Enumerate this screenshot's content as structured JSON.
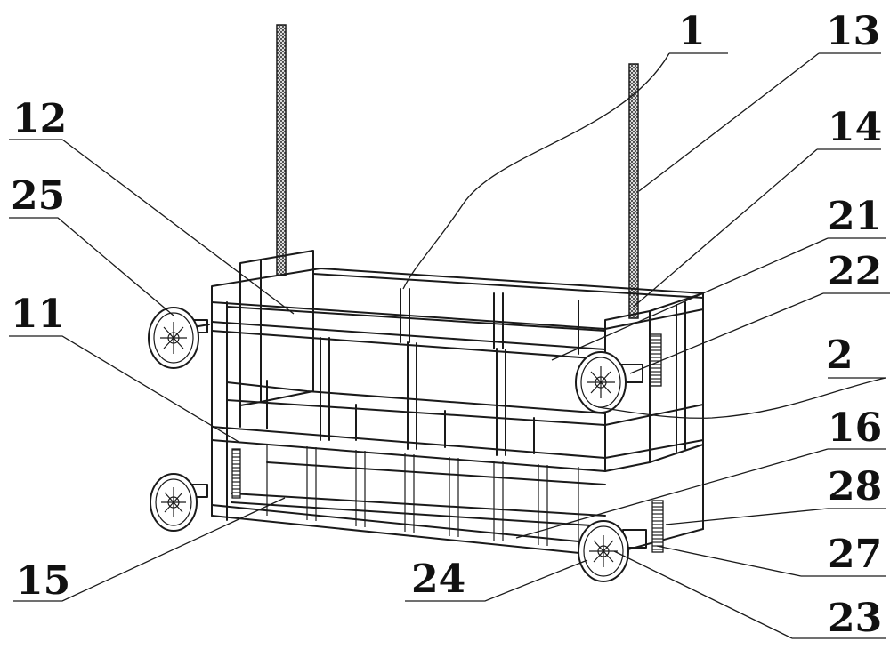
{
  "labels": {
    "l1": "1",
    "l2": "2",
    "l11": "11",
    "l12": "12",
    "l13": "13",
    "l14": "14",
    "l15": "15",
    "l16": "16",
    "l21": "21",
    "l22": "22",
    "l23": "23",
    "l24": "24",
    "l25": "25",
    "l27": "27",
    "l28": "28"
  },
  "icons": {
    "wheel": "wheel-icon",
    "rope": "rope-icon",
    "rack": "rack-icon"
  }
}
